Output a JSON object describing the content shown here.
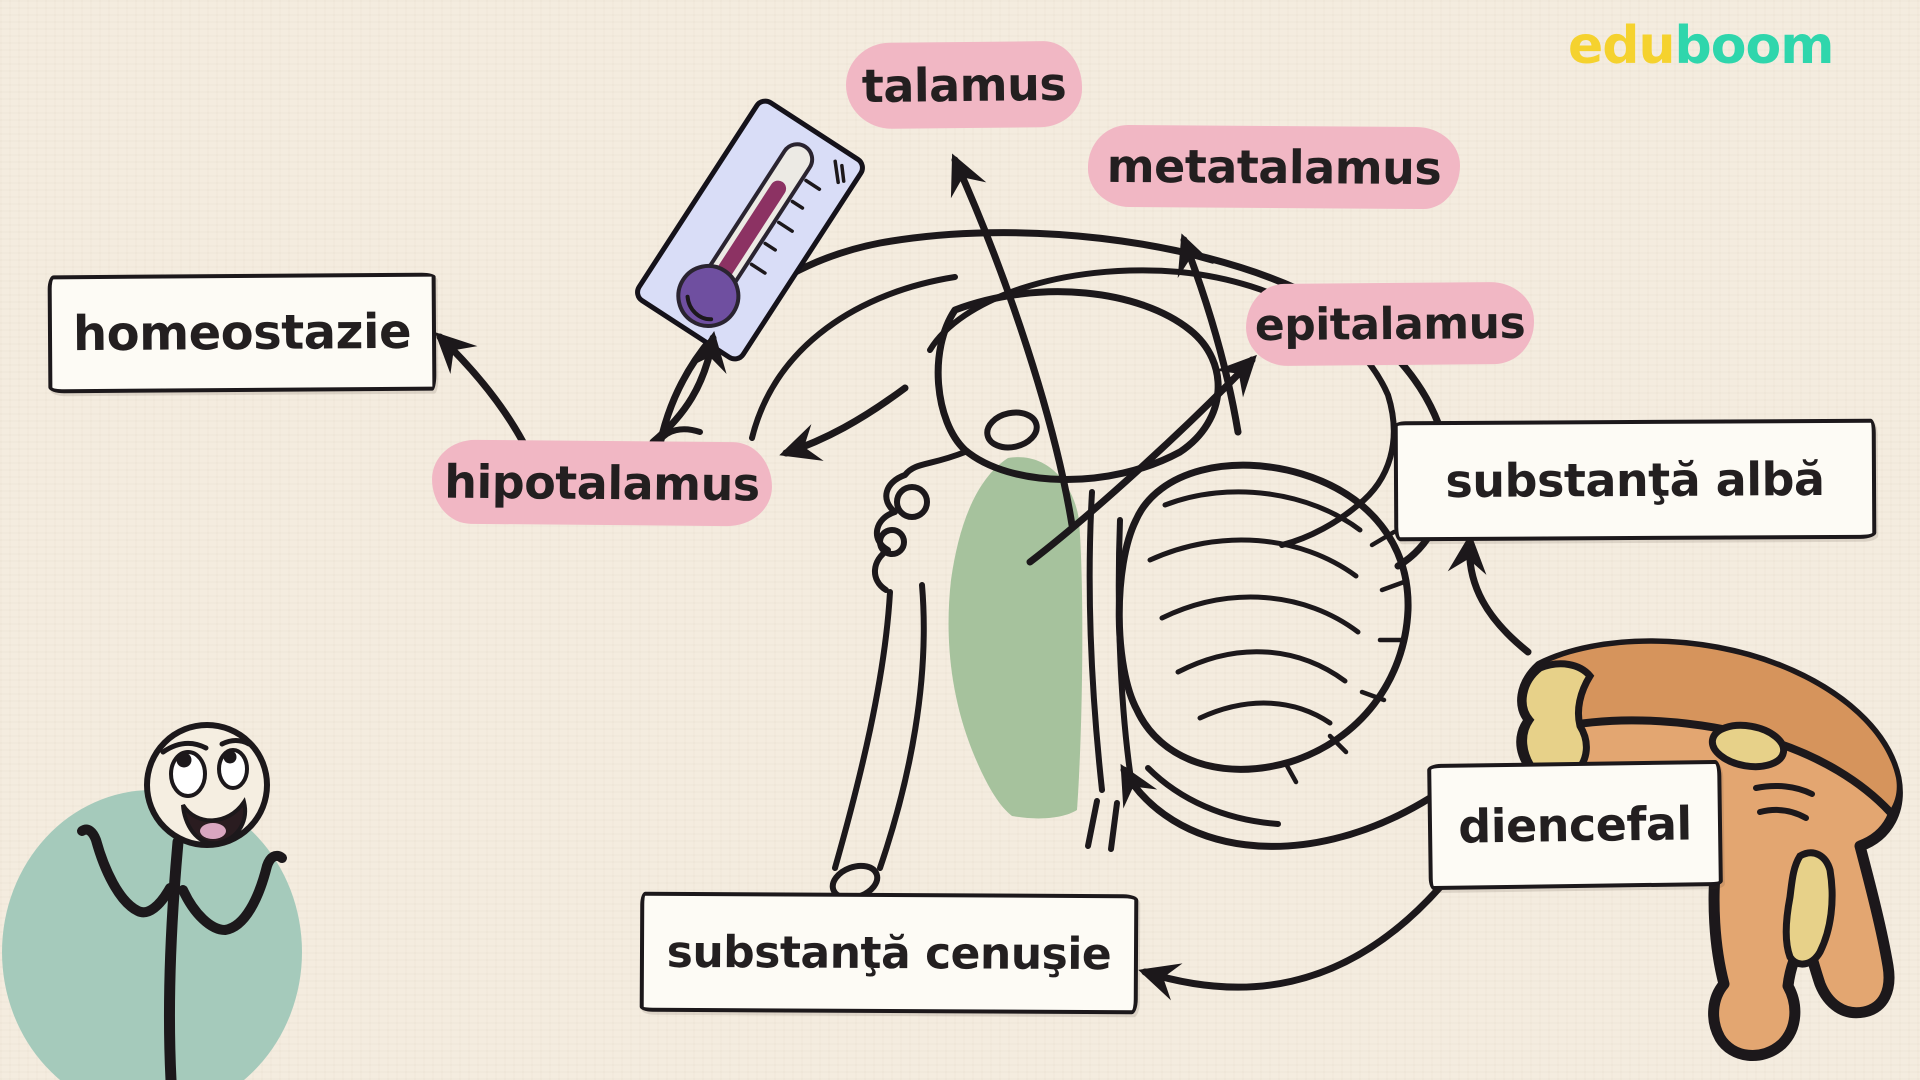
{
  "logo": {
    "edu": "edu",
    "boom": "boom"
  },
  "pills": {
    "talamus": "talamus",
    "metatalamus": "metatalamus",
    "epitalamus": "epitalamus",
    "hipotalamus": "hipotalamus"
  },
  "papers": {
    "homeostazie": "homeostazie",
    "substanta_alba": "substanţă albă",
    "diencefal": "diencefal",
    "substanta_cenusie": "substanţă cenuşie"
  },
  "colors": {
    "background": "#f4ecdf",
    "ink": "#1c181b",
    "pill_pink": "#f1b7c4",
    "paper_white": "#fdfbf5",
    "brainstem_green": "#a6c29d",
    "character_circle_green": "#a5cabb",
    "skin_cream": "#f5eee1",
    "tongue_pink": "#d9a6c0",
    "mouth_dark": "#2a1c20",
    "thermometer_body": "#d9ddf7",
    "thermometer_tube": "#eceae4",
    "thermometer_mercury": "#8c3263",
    "thermometer_bulb": "#6f4fa0",
    "diencephalon_orange": "#e3a671",
    "diencephalon_dark_band": "#d6945c",
    "diencephalon_yellow": "#e7d189",
    "logo_edu_yellow": "#f5d22e",
    "logo_boom_teal": "#2fd6ac"
  },
  "icons": {
    "thermometer": "thermometer-icon",
    "brain": "brain-sagittal-outline",
    "brainstem": "brainstem-highlight",
    "cerebellum": "cerebellum-outline",
    "diencephalon_shape": "diencephalon-3d-shape",
    "character": "shrugging-character"
  },
  "connections": [
    {
      "from": "brain-thalamus-region",
      "to": "talamus"
    },
    {
      "from": "brain-metathalamus-region",
      "to": "metatalamus"
    },
    {
      "from": "brain-epithalamus-region",
      "to": "epitalamus"
    },
    {
      "from": "brain-hypothalamus-region",
      "to": "hipotalamus"
    },
    {
      "from": "hipotalamus",
      "to": "homeostazie"
    },
    {
      "from": "hipotalamus",
      "to": "thermometer"
    },
    {
      "from": "diencephalon-3d-shape",
      "to": "substanta_alba"
    },
    {
      "from": "diencefal",
      "to": "brainstem-highlight"
    },
    {
      "from": "diencefal",
      "to": "substanta_cenusie"
    }
  ]
}
